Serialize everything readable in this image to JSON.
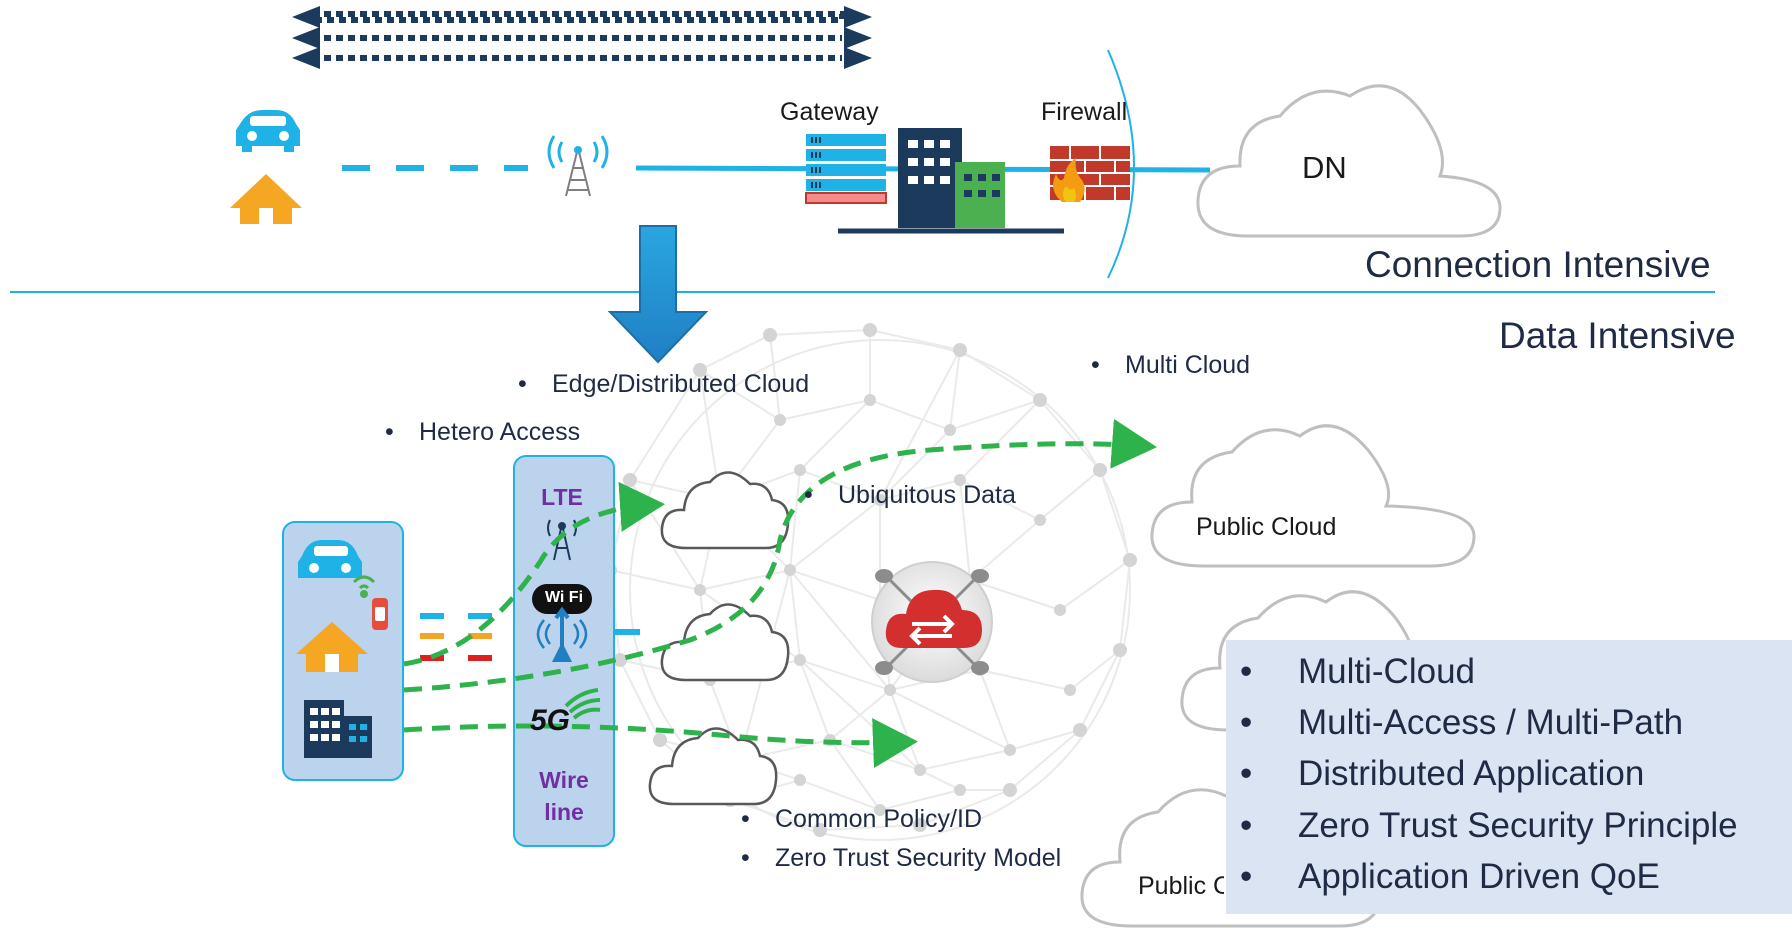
{
  "top_section": {
    "gateway_label": "Gateway",
    "firewall_label": "Firewall",
    "dn_label": "DN",
    "connection_label": "Connection Intensive"
  },
  "bottom_section": {
    "data_label": "Data Intensive",
    "bullets": {
      "edge": "Edge/Distributed Cloud",
      "multicloud": "Multi Cloud",
      "hetero": "Hetero Access",
      "ubiquitous": "Ubiquitous Data",
      "policy": "Common Policy/ID",
      "zerotrust": "Zero Trust Security Model"
    },
    "access_techs": {
      "lte": "LTE",
      "wifi": "Wi Fi",
      "fiveg": "5G",
      "wire": "Wire",
      "line": "line"
    },
    "public_cloud": "Public Cloud",
    "public_cloud_partial": "Public C",
    "summary": [
      "Multi-Cloud",
      "Multi-Access / Multi-Path",
      "Distributed Application",
      "Zero Trust Security Principle",
      "Application Driven QoE"
    ],
    "bullet_glyph": "•"
  },
  "colors": {
    "cyan": "#1fb2e6",
    "navy": "#1b3a5c",
    "green_dash": "#2eb24c",
    "orange": "#f5a623",
    "red": "#e02020",
    "purple": "#7030a0",
    "summary_bg": "#dbe4f3"
  },
  "icons": [
    "car-icon",
    "house-icon",
    "cell-tower-icon",
    "server-rack-icon",
    "office-building-icon",
    "firewall-icon",
    "cloud-icon",
    "wifi-icon",
    "smartwatch-icon",
    "5g-icon",
    "cloud-exchange-icon",
    "down-arrow-icon",
    "bidirectional-arrows-icon"
  ]
}
